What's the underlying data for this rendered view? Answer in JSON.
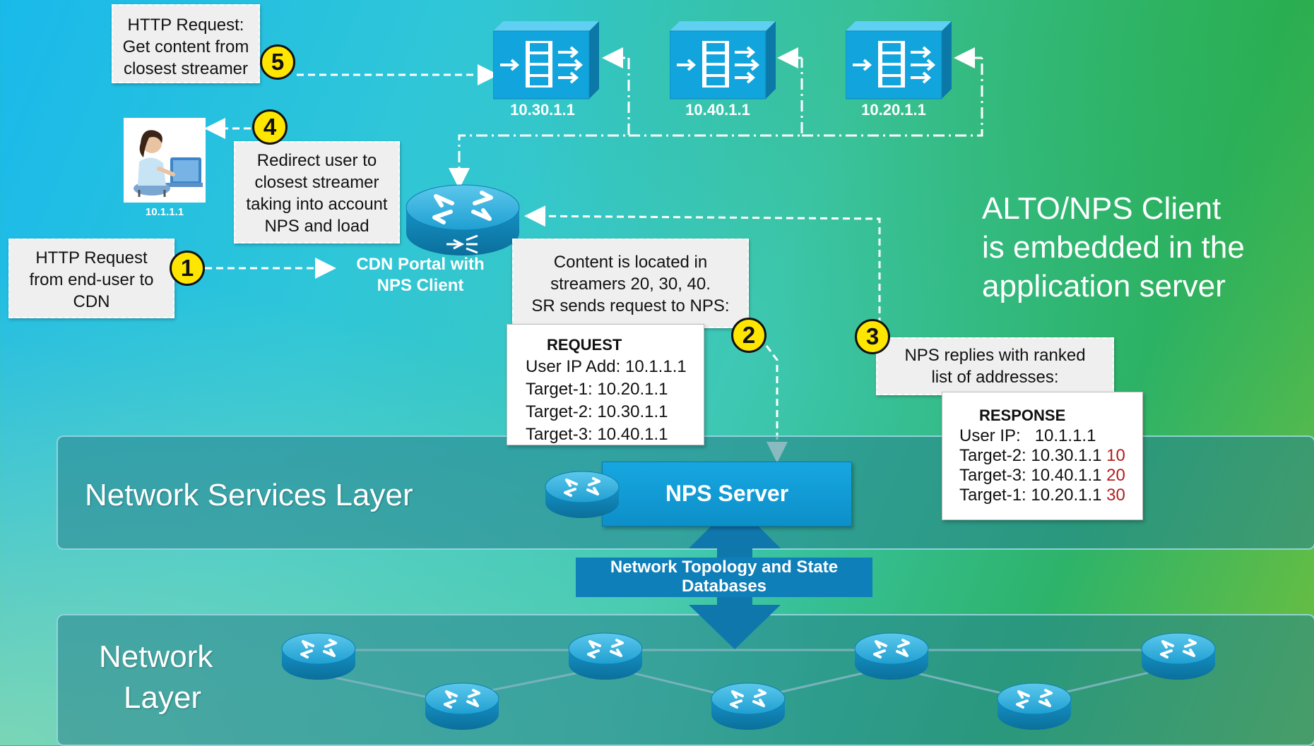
{
  "notes": {
    "step5": [
      "HTTP Request:",
      "Get content from",
      "closest streamer"
    ],
    "step4": [
      "Redirect user to",
      "closest streamer",
      "taking into account",
      "NPS and load"
    ],
    "step1": [
      "HTTP Request",
      "from end-user to",
      "CDN"
    ],
    "step2": [
      "Content is located in",
      "streamers 20, 30, 40.",
      "SR sends request to NPS:"
    ],
    "step3": [
      "NPS replies with ranked",
      "list of addresses:"
    ]
  },
  "badges": [
    "1",
    "2",
    "3",
    "4",
    "5"
  ],
  "streamers": [
    "10.30.1.1",
    "10.40.1.1",
    "10.20.1.1"
  ],
  "user_ip": "10.1.1.1",
  "portal_label": [
    "CDN Portal with",
    "NPS Client"
  ],
  "request": {
    "title": "REQUEST",
    "lines": [
      "User IP Add: 10.1.1.1",
      "Target-1: 10.20.1.1",
      "Target-2: 10.30.1.1",
      "Target-3: 10.40.1.1"
    ]
  },
  "response": {
    "title": "RESPONSE",
    "user_line": "User IP:   10.1.1.1",
    "rows": [
      {
        "label": "Target-2: 10.30.1.1 ",
        "rank": "10"
      },
      {
        "label": "Target-3: 10.40.1.1 ",
        "rank": "20"
      },
      {
        "label": "Target-1: 10.20.1.1 ",
        "rank": "30"
      }
    ]
  },
  "alto_text": [
    "ALTO/NPS Client",
    "is embedded in the",
    "application server"
  ],
  "network_services_layer": "Network Services Layer",
  "network_layer": [
    "Network",
    "Layer"
  ],
  "nps_server": "NPS Server",
  "databases": [
    "Network Topology and State",
    "Databases"
  ],
  "colors": {
    "badge": "#ffe600",
    "rank": "#b01f1f",
    "streamer_blue": "#12a4dc",
    "router_blue": "#1aa6d8"
  }
}
